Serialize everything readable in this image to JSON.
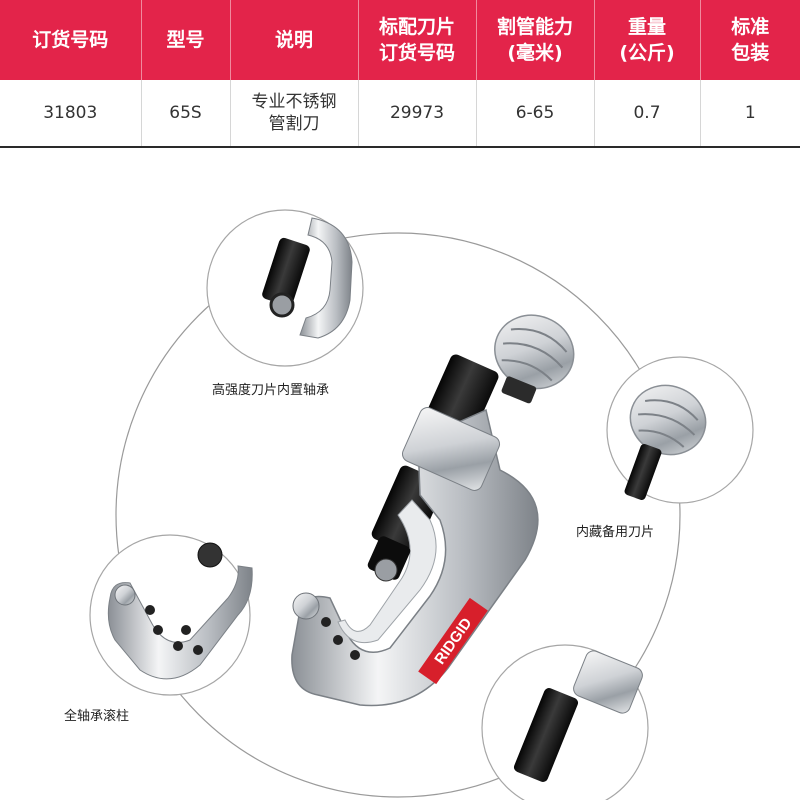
{
  "table": {
    "headers": [
      {
        "lines": [
          "订货号码"
        ]
      },
      {
        "lines": [
          "型号"
        ]
      },
      {
        "lines": [
          "说明"
        ]
      },
      {
        "lines": [
          "标配刀片",
          "订货号码"
        ]
      },
      {
        "lines": [
          "割管能力",
          "(毫米)"
        ]
      },
      {
        "lines": [
          "重量",
          "(公斤)"
        ]
      },
      {
        "lines": [
          "标准",
          "包装"
        ]
      }
    ],
    "row": [
      {
        "lines": [
          "31803"
        ]
      },
      {
        "lines": [
          "65S"
        ]
      },
      {
        "lines": [
          "专业不锈钢",
          "管割刀"
        ]
      },
      {
        "lines": [
          "29973"
        ]
      },
      {
        "lines": [
          "6-65"
        ]
      },
      {
        "lines": [
          "0.7"
        ]
      },
      {
        "lines": [
          "1"
        ]
      }
    ]
  },
  "callouts": {
    "bearing_blade": "高强度刀片内置轴承",
    "spare_blade": "内藏备用刀片",
    "roller_bearings": "全轴承滚柱"
  },
  "brand": "RIDGID",
  "colors": {
    "header_bg": "#e3244a",
    "header_text": "#ffffff",
    "brand_red": "#d71f2b"
  }
}
